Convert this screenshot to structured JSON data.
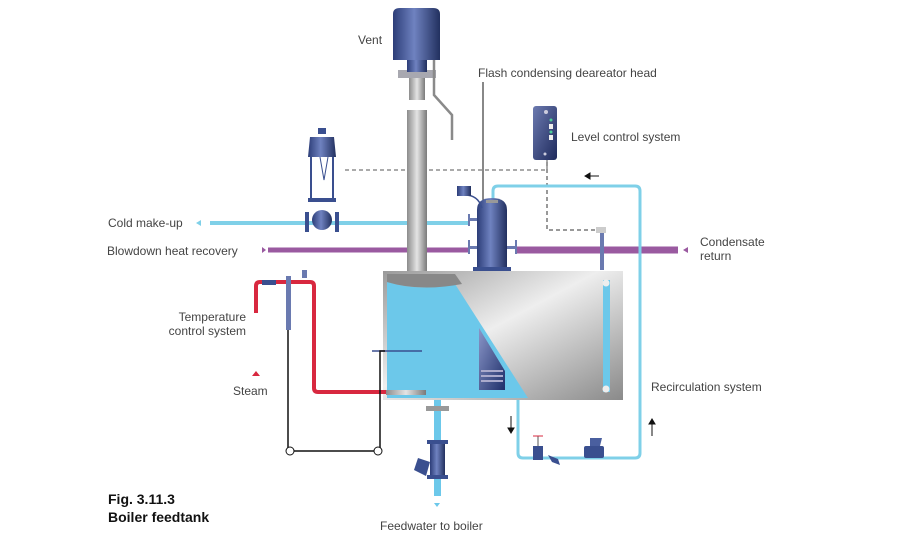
{
  "figure": {
    "number": "Fig. 3.11.3",
    "title": "Boiler feedtank"
  },
  "labels": {
    "vent": "Vent",
    "flash_head": "Flash condensing deareator head",
    "level_control": "Level control system",
    "cold_makeup": "Cold make-up",
    "blowdown": "Blowdown heat recovery",
    "condensate_line1": "Condensate",
    "condensate_line2": "return",
    "temperature_line1": "Temperature",
    "temperature_line2": "control system",
    "steam": "Steam",
    "recirculation": "Recirculation system",
    "feedwater": "Feedwater to boiler"
  },
  "colors": {
    "water": "#6cc8ea",
    "water_pipe": "#7fd0e8",
    "condensate_pipe": "#9a5aa0",
    "steam_pipe": "#d8283f",
    "equipment_blue": "#3a4f8f",
    "steel": "#a8a8a8"
  }
}
